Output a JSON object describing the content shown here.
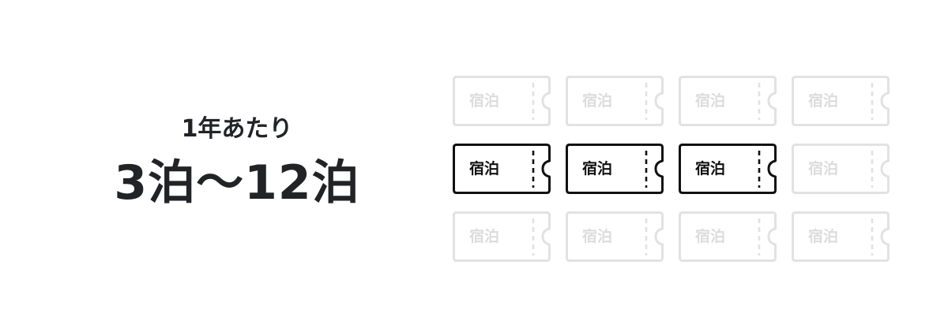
{
  "summary": {
    "subtitle": "1年あたり",
    "range": "3泊〜12泊"
  },
  "tickets": {
    "label": "宿泊",
    "columns": 4,
    "rows": 3,
    "active_count": 3,
    "active_color": "#111111",
    "inactive_color": "#e2e2e2",
    "items": [
      {
        "row": 0,
        "col": 0,
        "active": false
      },
      {
        "row": 0,
        "col": 1,
        "active": false
      },
      {
        "row": 0,
        "col": 2,
        "active": false
      },
      {
        "row": 0,
        "col": 3,
        "active": false
      },
      {
        "row": 1,
        "col": 0,
        "active": true
      },
      {
        "row": 1,
        "col": 1,
        "active": true
      },
      {
        "row": 1,
        "col": 2,
        "active": true
      },
      {
        "row": 1,
        "col": 3,
        "active": false
      },
      {
        "row": 2,
        "col": 0,
        "active": false
      },
      {
        "row": 2,
        "col": 1,
        "active": false
      },
      {
        "row": 2,
        "col": 2,
        "active": false
      },
      {
        "row": 2,
        "col": 3,
        "active": false
      }
    ]
  }
}
